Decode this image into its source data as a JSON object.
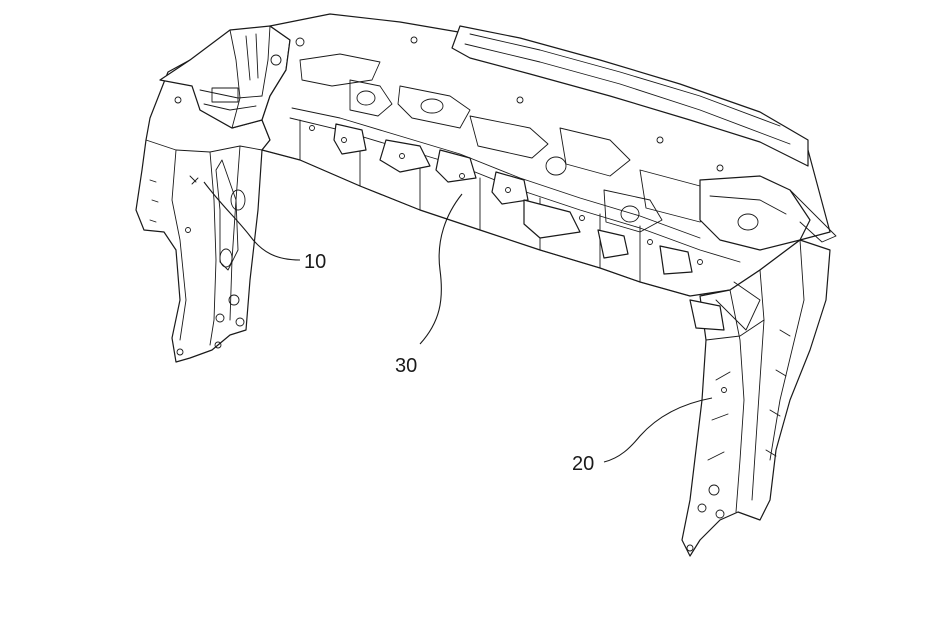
{
  "figure": {
    "labels": [
      {
        "id": "ref-10",
        "text": "10"
      },
      {
        "id": "ref-30",
        "text": "30"
      },
      {
        "id": "ref-20",
        "text": "20"
      }
    ]
  }
}
